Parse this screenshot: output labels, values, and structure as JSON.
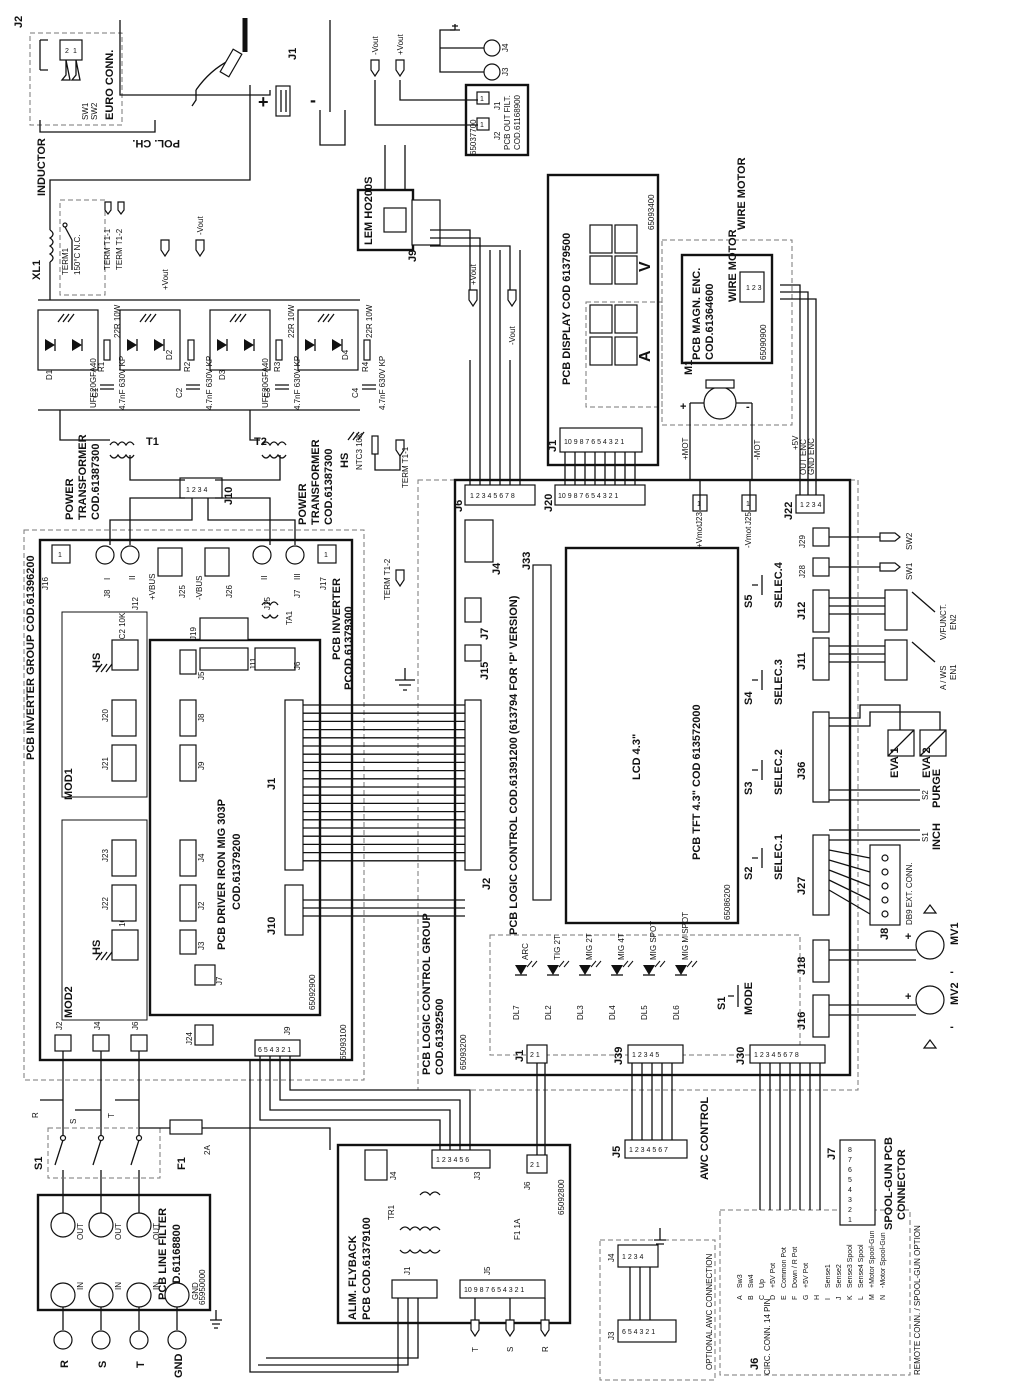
{
  "groups": {
    "inverter_group": "PCB INVERTER GROUP COD.61396200",
    "logic_group_line1": "PCB LOGIC CONTROL GROUP",
    "logic_group_line2": "COD.61392500",
    "remote_conn": "REMOTE CONN. / SPOOL-GUN OPTION",
    "optional_awc": "OPTIONAL AWC CONNECTION"
  },
  "boards": {
    "out_filt_line1": "PCB OUT FILT.",
    "out_filt_line2": "COD.61168900",
    "out_filt_code": "65037700",
    "display_title": "PCB DISPLAY COD 61379500",
    "display_code": "65093400",
    "display_unit_a": "A",
    "display_unit_v": "V",
    "magn_enc_line1": "PCB MAGN. ENC.",
    "magn_enc_line2": "COD.61364600",
    "magn_enc_code": "65090900",
    "wire_motor": "WIRE MOTOR",
    "lem": "LEM HO200S",
    "logic_title": "PCB LOGIC CONTROL COD.61391200 (613794 FOR 'P' VERSION)",
    "logic_code": "65093200",
    "tft_title": "PCB TFT 4.3\" COD 613572000",
    "tft_code": "65086200",
    "lcd": "LCD 4.3\"",
    "inverter_line1": "PCB INVERTER",
    "inverter_line2": "PCOD.61379300",
    "inverter_code": "65093100",
    "driver_line1": "PCB DRIVER IRON MIG 303P",
    "driver_line2": "COD.61379200",
    "driver_code": "65092900",
    "flyback_line1": "ALIM. FLYBACK",
    "flyback_line2": "PCB COD.61379100",
    "flyback_code": "65092800",
    "line_filter_line1": "PCB LINE FILTER",
    "line_filter_line2": "COD.61168800",
    "line_filter_code": "65950000",
    "mod1": "MOD1",
    "mod2": "MOD2",
    "awc_control": "AWC CONTROL",
    "spool_line1": "SPOOL-GUN PCB",
    "spool_line2": "CONNECTOR",
    "circ_conn": "CIRC. CONN. 14 PIN",
    "db9": "DB9 EXT. CONN.",
    "euro_conn": "EURO CONN.",
    "pol_ch": "POL. CH.",
    "inductor": "INDUCTOR",
    "xl1": "XL1",
    "term1": "TERM1",
    "term_note": "150°C N.C.",
    "power_tr_line1": "POWER",
    "power_tr_line2": "TRANSFORMER",
    "power_tr_line3": "COD.61387300",
    "t1": "T1",
    "t2": "T2",
    "ntc3": "NTC3 10K",
    "term_t11": "TERM T1-1",
    "term_t12": "TERM T1-2",
    "hs": "HS"
  },
  "connectors": {
    "j1": "J1",
    "j2": "J2",
    "j3": "J3",
    "j4": "J4",
    "j5": "J5",
    "j6": "J6",
    "j7": "J7",
    "j8": "J8",
    "j9": "J9",
    "j10": "J10",
    "j11": "J11",
    "j12": "J12",
    "j15": "J15",
    "j16": "J16",
    "j17": "J17",
    "j18": "J18",
    "j19": "J19",
    "j20": "J20",
    "j21": "J21",
    "j22": "J22",
    "j23": "J23",
    "j24": "J24",
    "j25": "J25",
    "j26": "J26",
    "j27": "J27",
    "j28": "J28",
    "j29": "J29",
    "j30": "J30",
    "j33": "J33",
    "j36": "J36",
    "j39": "J39"
  },
  "components": {
    "d1": "D1",
    "d2": "D2",
    "d3": "D3",
    "d4": "D4",
    "diode_type": "UFE20GFA40",
    "r1": "R1",
    "r2": "R2",
    "r3": "R3",
    "r4": "R4",
    "res_value": "22R 10W",
    "c1": "C1",
    "c2": "C2",
    "c3": "C3",
    "c4": "C4",
    "cap_value": "4.7nF 630V KP",
    "m1": "M1",
    "mv1": "MV1",
    "mv2": "MV2",
    "eva1": "EVA 1",
    "eva2": "EVA 2",
    "s1": "S1",
    "s2": "S2",
    "s3": "S3",
    "s4": "S4",
    "s5": "S5",
    "f1": "F1",
    "f1_rating": "2A",
    "tr1": "TR1",
    "f1b": "F1 1A"
  },
  "signals": {
    "vout_pos": "+Vout",
    "vout_neg": "-Vout",
    "vbus_pos": "+VBUS",
    "vbus_neg": "-VBUS",
    "vmot_pos": "+Vmot",
    "vmot_neg": "-Vmot",
    "mot_pos": "+MOT",
    "mot_neg": "-MOT",
    "plus": "+",
    "minus": "-",
    "r": "R",
    "s": "S",
    "t": "T",
    "gnd": "GND",
    "in": "IN",
    "out": "OUT",
    "sw1": "SW1",
    "sw2": "SW2",
    "purge": "PURGE",
    "inch": "INCH",
    "mode": "MODE",
    "selec1": "SELEC.1",
    "selec2": "SELEC.2",
    "selec3": "SELEC.3",
    "selec4": "SELEC.4",
    "vfunct": "V/FUNCT.",
    "en2": "EN2",
    "aws": "A / WS",
    "en1": "EN1",
    "enc_5v": "+5V",
    "enc_out": "OUT ENC",
    "enc_gnd": "GND ENC",
    "roman1": "I",
    "roman2": "II",
    "roman3": "III"
  },
  "leds": [
    {
      "id": "DL7",
      "label": "ARC"
    },
    {
      "id": "DL2",
      "label": "TIG 2T"
    },
    {
      "id": "DL3",
      "label": "MIG 2T"
    },
    {
      "id": "DL4",
      "label": "MIG 4T"
    },
    {
      "id": "DL5",
      "label": "MIG SPOT"
    },
    {
      "id": "DL6",
      "label": "MIG M SPOT"
    }
  ],
  "remote_pins": [
    {
      "pin": "A",
      "sig": "Sw3"
    },
    {
      "pin": "B",
      "sig": "Sw4"
    },
    {
      "pin": "C",
      "sig": "Up"
    },
    {
      "pin": "D",
      "sig": "+5V Pot"
    },
    {
      "pin": "E",
      "sig": "Common Pot"
    },
    {
      "pin": "F",
      "sig": "Down / R Pot"
    },
    {
      "pin": "G",
      "sig": "+5V Pot"
    },
    {
      "pin": "H",
      "sig": ""
    },
    {
      "pin": "I",
      "sig": "Sense1"
    },
    {
      "pin": "J",
      "sig": "Sense2"
    },
    {
      "pin": "K",
      "sig": "Sense3 Spool"
    },
    {
      "pin": "L",
      "sig": "Sense4 Spool"
    },
    {
      "pin": "M",
      "sig": "+Motor Spool-Gun"
    },
    {
      "pin": "N",
      "sig": "-Motor Spool-Gun"
    }
  ]
}
